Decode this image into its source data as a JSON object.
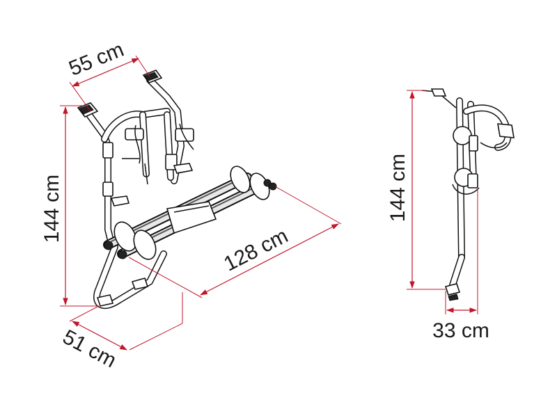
{
  "dimensions": {
    "width_top": "55 cm",
    "height_front": "144 cm",
    "rail_length": "128 cm",
    "depth_bottom": "51 cm",
    "height_side": "144 cm",
    "depth_side": "33 cm"
  },
  "colors": {
    "dimension_line": "#c0152a",
    "product_outline": "#111111",
    "background": "#ffffff"
  }
}
